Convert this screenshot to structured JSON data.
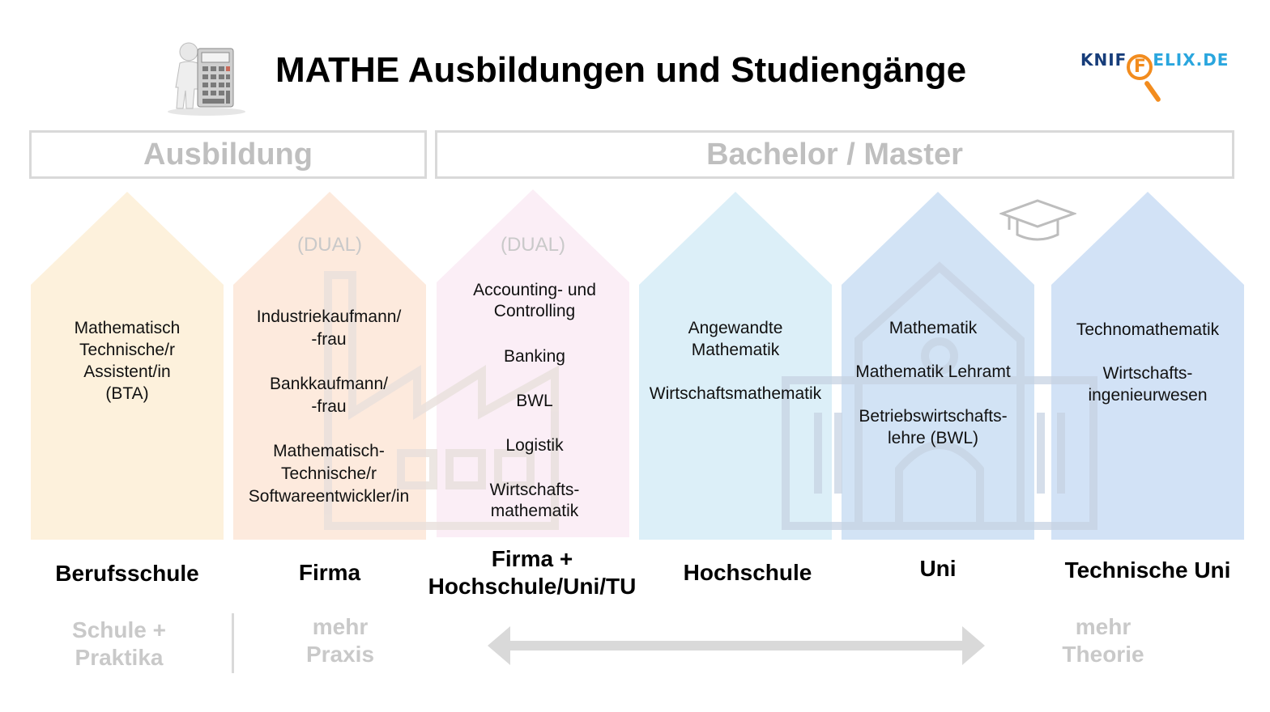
{
  "title": "MATHE Ausbildungen und Studiengänge",
  "logo": {
    "left": "KNIF",
    "lens": "F",
    "right": "ELIX.DE"
  },
  "headers": {
    "ausbildung": "Ausbildung",
    "bachelor": "Bachelor / Master"
  },
  "houses": [
    {
      "label": "Berufsschule",
      "color": "#fdf1dc",
      "lines": [
        "Mathematisch",
        "Technische/r",
        "Assistent/in",
        "(BTA)"
      ]
    },
    {
      "label": "Firma",
      "dual": "(DUAL)",
      "color": "#fdeadd",
      "lines": [
        "Industriekaufmann/",
        "-frau",
        "",
        "Bankkaufmann/",
        "-frau",
        "",
        "Mathematisch-",
        "Technische/r",
        "Softwareentwickler/in"
      ]
    },
    {
      "label_lines": [
        "Firma +",
        "Hochschule/Uni/TU"
      ],
      "dual": "(DUAL)",
      "color": "#fbeef6",
      "lines": [
        "Accounting- und",
        "Controlling",
        "",
        "Banking",
        "",
        "BWL",
        "",
        "Logistik",
        "",
        "Wirtschafts-",
        "mathematik"
      ]
    },
    {
      "label": "Hochschule",
      "color": "#dceff8",
      "lines": [
        "Angewandte",
        "Mathematik",
        "",
        "Wirtschaftsmathematik"
      ]
    },
    {
      "label": "Uni",
      "color": "#d2e3f5",
      "lines": [
        "Mathematik",
        "",
        "Mathematik Lehramt",
        "",
        "Betriebswirtschafts-",
        "lehre (BWL)"
      ]
    },
    {
      "label": "Technische Uni",
      "color": "#d2e2f6",
      "lines": [
        "Technomathematik",
        "",
        "Wirtschafts-",
        "ingenieurwesen"
      ]
    }
  ],
  "bottom": {
    "schule": [
      "Schule +",
      "Praktika"
    ],
    "praxis": [
      "mehr",
      "Praxis"
    ],
    "theorie": [
      "mehr",
      "Theorie"
    ]
  },
  "colors": {
    "arrow": "#d9d9d9",
    "header_border": "#d9d9d9",
    "faint_text": "#c9c9c9"
  },
  "icons": [
    "calculator-person-icon",
    "factory-icon",
    "school-building-icon",
    "graduation-cap-icon",
    "double-arrow-icon"
  ]
}
